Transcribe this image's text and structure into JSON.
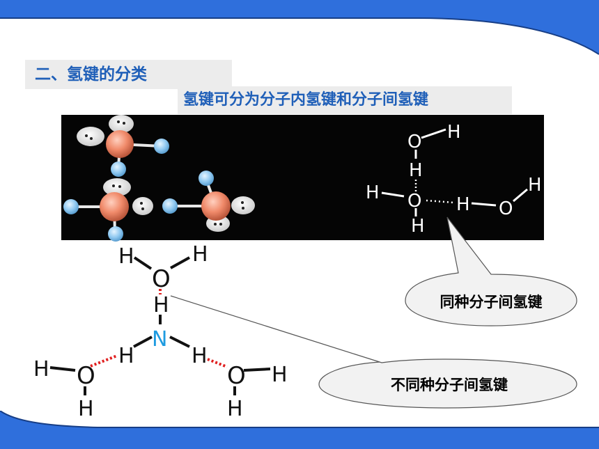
{
  "slide": {
    "heading": "二、氢键的分类",
    "subheading": "氢键可分为分子内氢键和分子间氢键",
    "callout_same": "同种分子间氢键",
    "callout_diff": "不同种分子间氢键"
  },
  "atoms": {
    "H": "H",
    "O": "O",
    "N": "N"
  },
  "colors": {
    "accent_blue": "#2f6fdc",
    "title_blue": "#1f5fb8",
    "nitrogen_blue": "#1e9be0",
    "hbond_red": "#e02020",
    "oxygen_ball": "#f08a6a",
    "hydrogen_ball": "#8fc8f0"
  }
}
